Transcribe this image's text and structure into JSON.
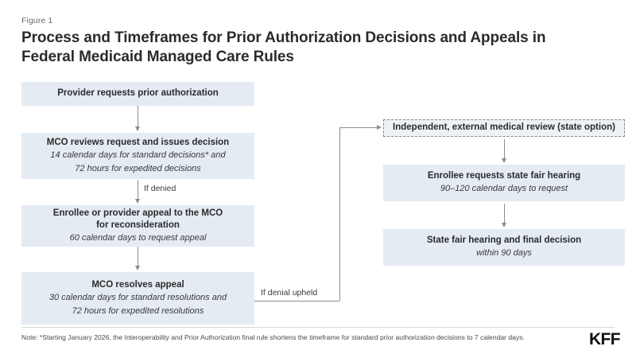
{
  "figure": {
    "label": "Figure 1",
    "title": "Process and Timeframes for Prior Authorization Decisions and Appeals in Federal Medicaid Managed Care Rules"
  },
  "colors": {
    "box_fill": "#e4ebf3",
    "dashed_box_fill": "#eef2f7",
    "dashed_box_border": "#8a8a8a",
    "connector": "#8c8c8c",
    "title_text": "#2b2b2b",
    "note_text": "#4a4a4a",
    "logo": "#111111"
  },
  "flow": {
    "left_column": [
      {
        "id": "provider-request",
        "title": "Provider requests prior authorization",
        "sub1": "",
        "sub2": ""
      },
      {
        "id": "mco-reviews",
        "title": "MCO reviews request and issues decision",
        "sub1": "14 calendar days for standard decisions* and",
        "sub2": "72 hours for expedited decisions"
      },
      {
        "id": "enrollee-appeal",
        "title": "Enrollee or provider appeal to the MCO",
        "title2": "for reconsideration",
        "sub1": "60 calendar days to request appeal",
        "sub2": ""
      },
      {
        "id": "mco-resolves",
        "title": "MCO resolves appeal",
        "sub1": "30 calendar days for standard resolutions and",
        "sub2": "72 hours for expedited resolutions"
      }
    ],
    "right_column": [
      {
        "id": "external-review",
        "title": "Independent, external medical review (state option)",
        "sub1": "",
        "sub2": ""
      },
      {
        "id": "state-fair-hearing-request",
        "title": "Enrollee requests state fair hearing",
        "sub1": "90–120 calendar days to request",
        "sub2": ""
      },
      {
        "id": "state-fair-hearing-decision",
        "title": "State fair hearing and final decision",
        "sub1": "within 90 days",
        "sub2": ""
      }
    ],
    "edge_labels": {
      "if_denied": "If denied",
      "if_denial_upheld": "If denial upheld"
    }
  },
  "footer": {
    "note": "Note: *Starting January 2026, the Interoperability and Prior Authorization final rule shortens the timeframe for standard prior authorization decisions to 7 calendar days.",
    "logo": "KFF"
  }
}
